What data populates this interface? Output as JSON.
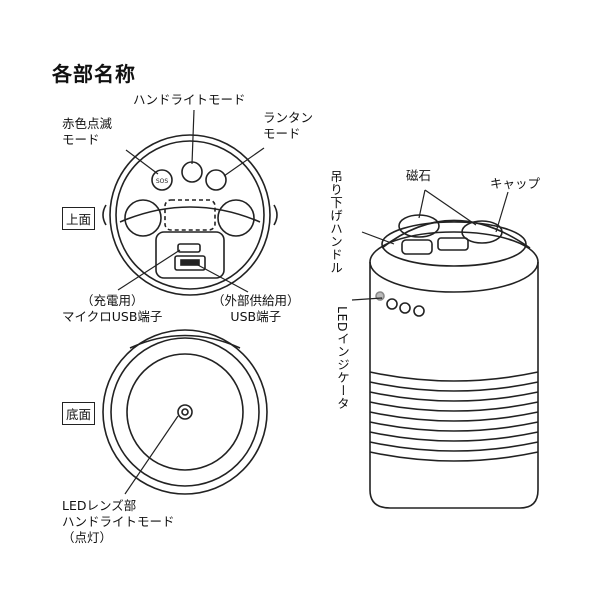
{
  "heading": "各部名称",
  "top_view": {
    "face_label": "上面",
    "red_blink_mode": [
      "赤色点滅",
      "モード"
    ],
    "handlight_mode": "ハンドライトモード",
    "lantern_mode": [
      "ランタン",
      "モード"
    ],
    "charging_port": [
      "（充電用）",
      "マイクロUSB端子"
    ],
    "supply_port": [
      "（外部供給用）",
      "USB端子"
    ]
  },
  "bottom_view": {
    "face_label": "底面",
    "lens_label": [
      "LEDレンズ部",
      "ハンドライトモード",
      "（点灯）"
    ]
  },
  "side_view": {
    "hanging_handle": "吊り下げハンドル",
    "magnet": "磁石",
    "cap": "キャップ",
    "led_indicator": "LEDインジケータ"
  },
  "icons": {
    "sos": "SOS"
  }
}
